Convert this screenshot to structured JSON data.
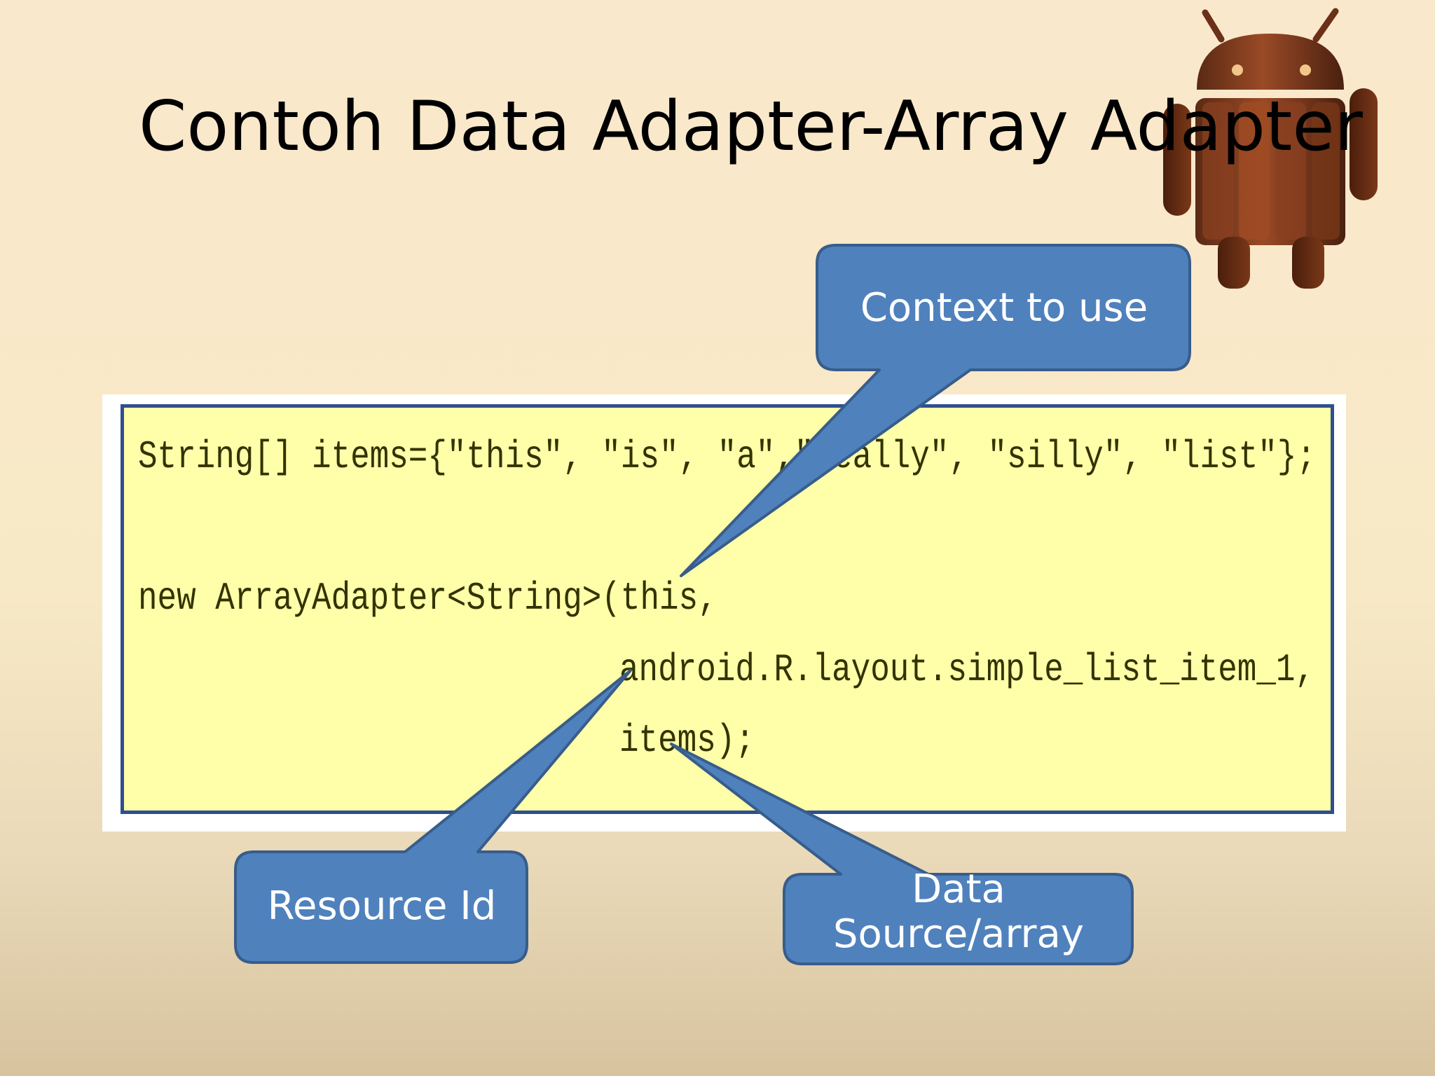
{
  "slide": {
    "title": "Contoh Data Adapter-Array Adapter"
  },
  "code": {
    "line1": "String[] items={\"this\", \"is\", \"a\",\"really\", \"silly\", \"list\"};",
    "line2": "new ArrayAdapter<String>(this,",
    "line3": "android.R.layout.simple_list_item_1,",
    "line4": "items);"
  },
  "callouts": {
    "context": "Context to use",
    "resource": "Resource Id",
    "source": "Data Source/array"
  },
  "colors": {
    "callout_fill": "#4f81bd",
    "callout_border": "#385d8a",
    "code_background": "#ffffaa",
    "code_border": "#2f4f8f"
  },
  "icons": {
    "mascot": "android-kitkat-mascot-icon"
  }
}
